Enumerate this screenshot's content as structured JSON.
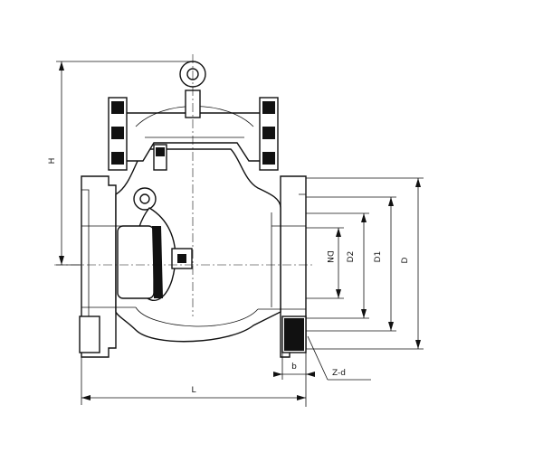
{
  "drawing": {
    "labels": {
      "H": "H",
      "DN": "DN",
      "D2": "D2",
      "D1": "D1",
      "D": "D",
      "b": "b",
      "Zd": "Z-d",
      "L": "L"
    }
  }
}
